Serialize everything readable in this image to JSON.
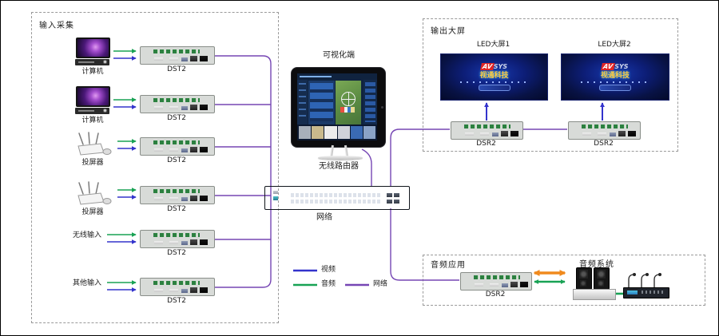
{
  "colors": {
    "video": "#3333cc",
    "audio": "#18a254",
    "network": "#7646b4",
    "orange": "#f08a1e",
    "dash": "#9a9a9a"
  },
  "input_box": {
    "title": "输入采集",
    "rows": [
      {
        "source": "计算机",
        "device": "DST2"
      },
      {
        "source": "计算机",
        "device": "DST2"
      },
      {
        "source": "投屏器",
        "device": "DST2"
      },
      {
        "source": "投屏器",
        "device": "DST2"
      },
      {
        "source": "无线输入",
        "device": "DST2"
      },
      {
        "source": "其他输入",
        "device": "DST2"
      }
    ]
  },
  "center": {
    "viz_label": "可视化端",
    "router_label": "无线路由器",
    "switch_label": "网络"
  },
  "legend": {
    "video": "视频",
    "audio": "音频",
    "network": "网络"
  },
  "output_box": {
    "title": "输出大屏",
    "screens": [
      {
        "name": "LED大屏1",
        "decoder": "DSR2"
      },
      {
        "name": "LED大屏2",
        "decoder": "DSR2"
      }
    ],
    "brand": {
      "logo_av": "AV",
      "logo_sys": "SYS",
      "name": "视通科技"
    }
  },
  "audio_box": {
    "title": "音频应用",
    "decoder": "DSR2",
    "system_label": "音频系统"
  }
}
